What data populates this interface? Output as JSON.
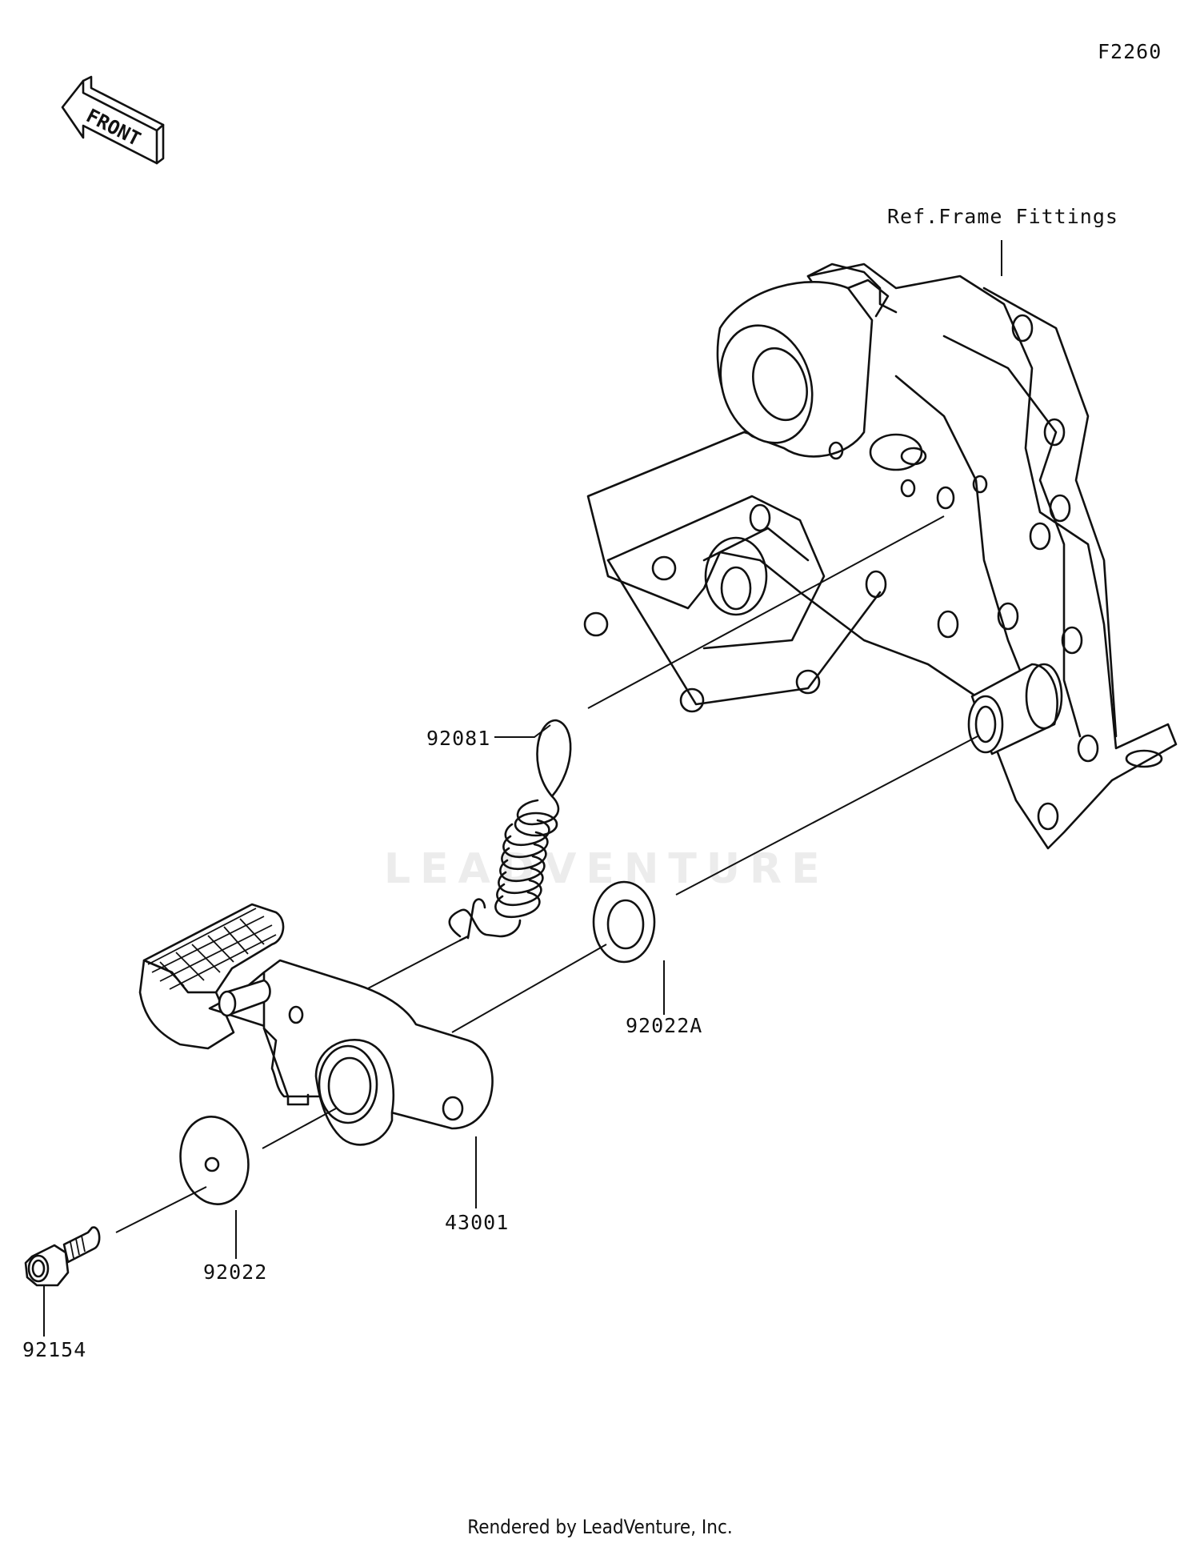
{
  "diagram": {
    "code": "F2260",
    "front_label": "FRONT",
    "reference_note": "Ref.Frame Fittings",
    "watermark": "LEADVENTURE",
    "footer": "Rendered by LeadVenture, Inc.",
    "parts": [
      {
        "number": "92081"
      },
      {
        "number": "92022A"
      },
      {
        "number": "43001"
      },
      {
        "number": "92022"
      },
      {
        "number": "92154"
      }
    ]
  }
}
